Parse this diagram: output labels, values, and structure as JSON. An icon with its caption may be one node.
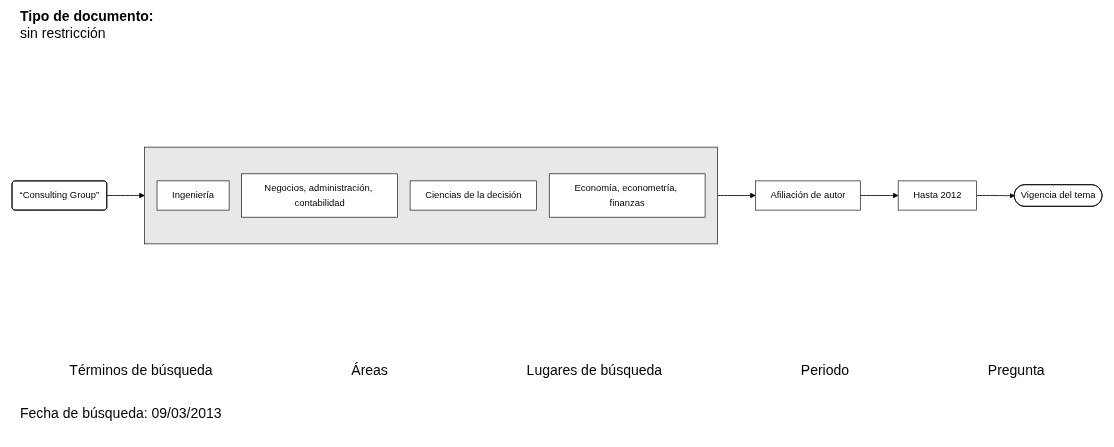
{
  "diagram": {
    "nodes": [
      {
        "text": [
          "“Consulting Group”"
        ]
      },
      {
        "text": [],
        "shape": "box"
      },
      {
        "text": [
          "Ingeniería"
        ],
        "in": 1
      },
      {
        "text": [
          "Negocios, administración, contabilidad"
        ],
        "in": 1
      },
      {
        "text": [
          "Ciencias de la decisión"
        ],
        "in": 1
      },
      {
        "text": [
          "Economía, econometría, finanzas"
        ],
        "in": 1
      },
      {
        "text": [
          "Afiliación de autor"
        ]
      },
      {
        "text": [
          "Hasta 2012"
        ]
      },
      {
        "text": [
          "Vigencia del tema"
        ]
      }
    ],
    "edges": [
      {
        "from": 0,
        "to": 1,
        "arrow": "to"
      },
      {
        "from": 1,
        "to": 6,
        "arrow": "to"
      },
      {
        "from": 6,
        "to": 7,
        "arrow": "to"
      },
      {
        "from": 7,
        "to": 8,
        "arrow": "to"
      }
    ],
    "labels": [
      "Tipo de documento:",
      "sin restricción",
      "Términos de búsqueda",
      "Áreas",
      "Lugares de búsqueda",
      "Periodo",
      "Pregunta",
      "Fecha de búsqueda: 09/03/2013"
    ]
  }
}
